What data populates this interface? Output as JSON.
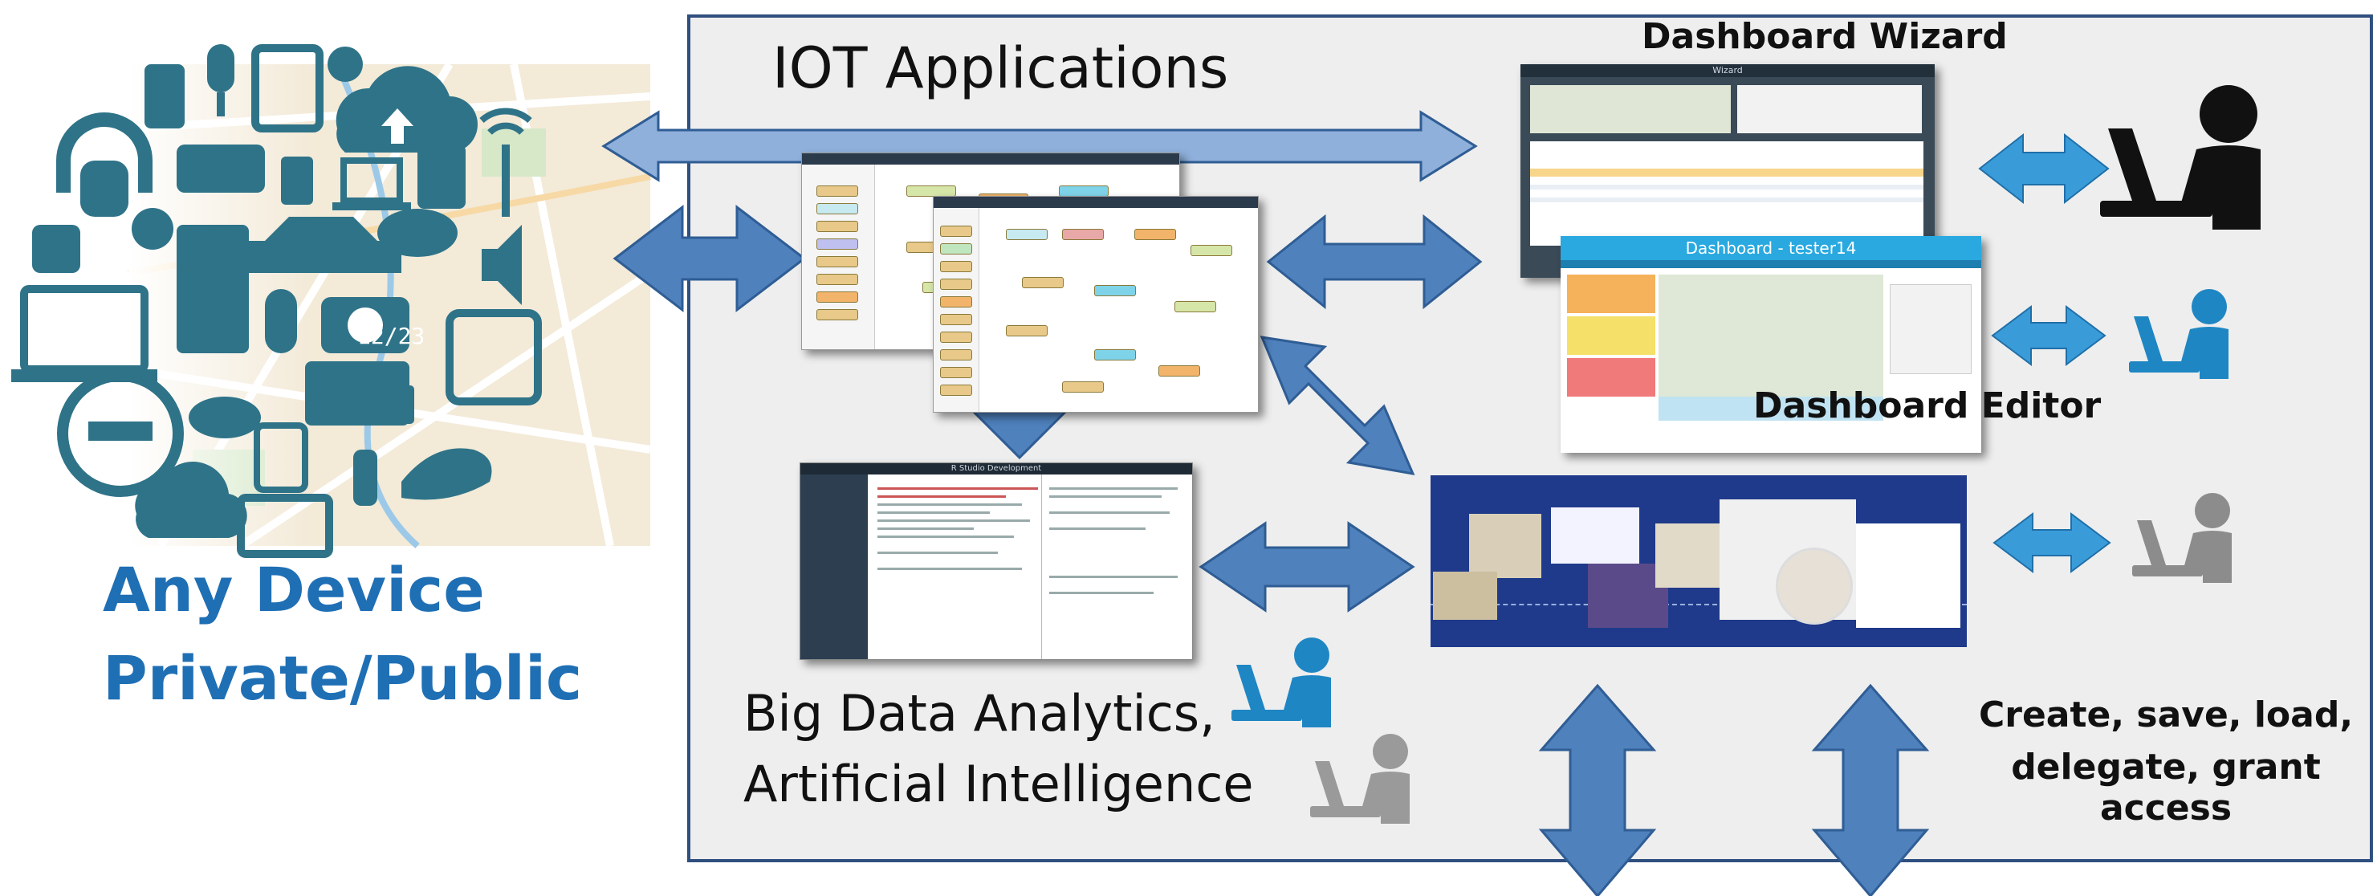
{
  "labels": {
    "iot_applications": "IOT Applications",
    "dashboard_wizard": "Dashboard Wizard",
    "dashboard_editor": "Dashboard Editor",
    "any_device": "Any Device",
    "private_public": "Private/Public",
    "big_data_line1": "Big Data Analytics,",
    "big_data_line2": "Artificial Intelligence",
    "actions_line1": "Create, save, load,",
    "actions_line2": "delegate, grant access"
  },
  "screenshots": {
    "dashboard_editor_header": "Dashboard - tester14",
    "rstudio_header": "R Studio Development",
    "wizard_header": "Wizard"
  },
  "device_panel": {
    "meter_display": "12/23"
  },
  "colors": {
    "arrow_fill": "#4f81bd",
    "arrow_stroke": "#2f5d94",
    "light_arrow_fill": "#3a9bd9",
    "title_blue": "#1f6fb5",
    "device_icons": "#2f7388",
    "panel_border": "#2f4f7f",
    "user_black": "#111111",
    "user_blue": "#1f86c4",
    "user_gray": "#8c8c8c"
  }
}
